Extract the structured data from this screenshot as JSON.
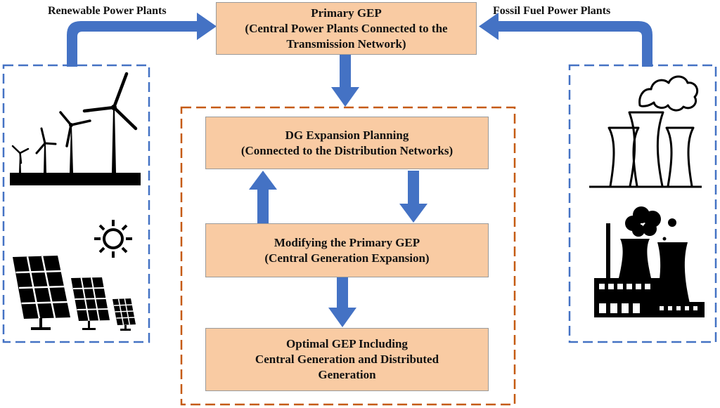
{
  "labels": {
    "renewable": "Renewable Power Plants",
    "fossil": "Fossil Fuel Power Plants"
  },
  "boxes": {
    "primary_gep": {
      "lines": [
        "Primary GEP",
        "(Central Power Plants Connected to the",
        "Transmission Network)"
      ]
    },
    "dg_expansion": {
      "lines": [
        "DG Expansion Planning",
        "(Connected to the Distribution Networks)"
      ]
    },
    "modifying_gep": {
      "lines": [
        "Modifying the Primary GEP",
        "(Central Generation Expansion)"
      ]
    },
    "optimal_gep": {
      "lines": [
        "Optimal GEP Including",
        "Central Generation and Distributed",
        "Generation"
      ]
    }
  },
  "colors": {
    "box_fill": "#f9cba3",
    "arrow": "#4472c4",
    "blue_dashed": "#4472c4",
    "orange_dashed": "#c55a11",
    "icon": "#000000"
  },
  "icons": [
    "wind-turbines-icon",
    "sun-icon",
    "solar-panels-icon",
    "cooling-tower-icon",
    "factory-icon"
  ]
}
